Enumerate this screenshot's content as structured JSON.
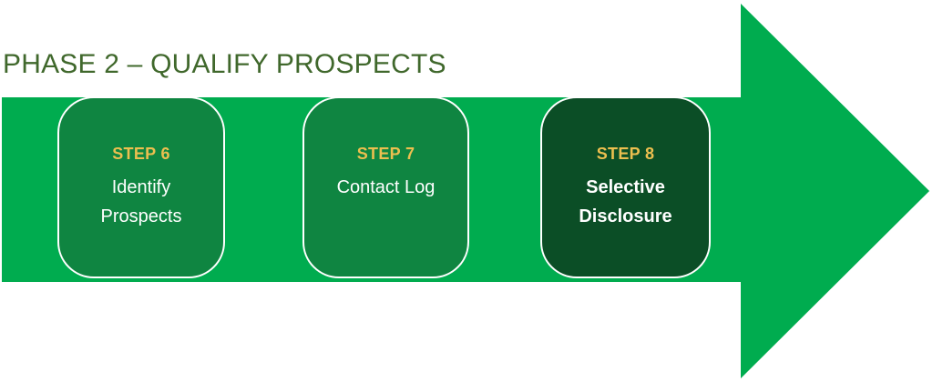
{
  "title": "PHASE 2 – QUALIFY PROSPECTS",
  "colors": {
    "band_green": "#00AC4F",
    "card_green": "#0F8541",
    "card_dark_green": "#0B4E26",
    "title_green": "#40682C",
    "step_gold": "#ECBF4F",
    "card_border": "#FFFFFF",
    "body_text": "#FFFFFF",
    "page_bg": "#FFFFFF"
  },
  "steps": [
    {
      "label": "STEP 6",
      "lines": [
        "Identify",
        "Prospects"
      ]
    },
    {
      "label": "STEP 7",
      "lines": [
        "Contact Log"
      ]
    },
    {
      "label": "STEP 8",
      "lines": [
        "Selective",
        "Disclosure"
      ]
    }
  ]
}
